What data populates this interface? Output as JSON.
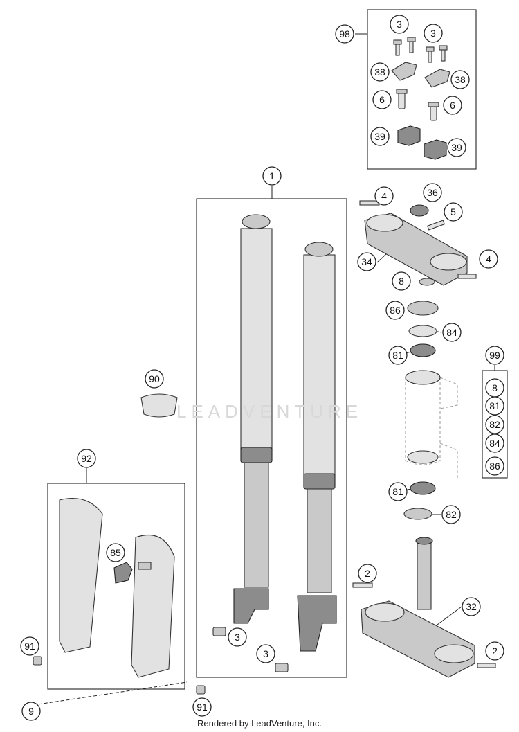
{
  "watermark_text": "LEADVENTURE",
  "footer_text": "Rendered by LeadVenture, Inc.",
  "kit_98_items": [
    "3",
    "3",
    "38",
    "38",
    "6",
    "6",
    "39",
    "39"
  ],
  "kit_99_items": [
    "8",
    "81",
    "82",
    "84",
    "86"
  ],
  "callouts": {
    "c98": "98",
    "c3a": "3",
    "c3b": "3",
    "c38a": "38",
    "c38b": "38",
    "c6a": "6",
    "c6b": "6",
    "c39a": "39",
    "c39b": "39",
    "c1": "1",
    "c4a": "4",
    "c36": "36",
    "c5": "5",
    "c34": "34",
    "c4b": "4",
    "c8": "8",
    "c86": "86",
    "c84": "84",
    "c81a": "81",
    "c99": "99",
    "k8": "8",
    "k81": "81",
    "k82": "82",
    "k84": "84",
    "k86": "86",
    "c90": "90",
    "c92": "92",
    "c85": "85",
    "c81b": "81",
    "c82": "82",
    "c2a": "2",
    "c32": "32",
    "c2b": "2",
    "c3c": "3",
    "c3d": "3",
    "c91a": "91",
    "c91b": "91",
    "c9": "9"
  }
}
